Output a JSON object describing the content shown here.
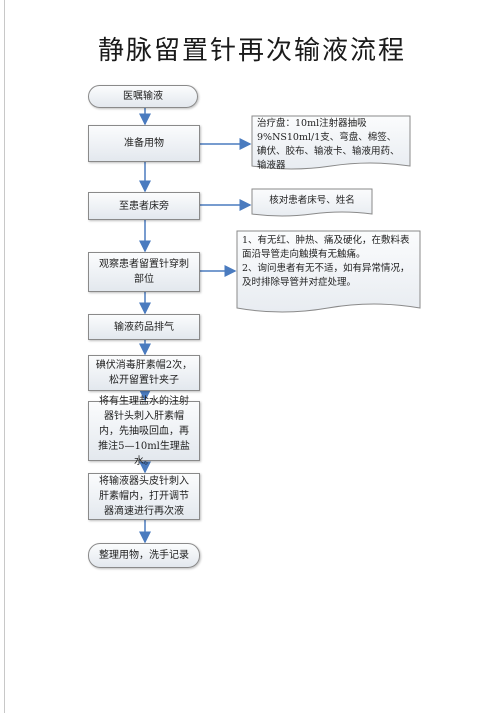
{
  "title": "静脉留置针再次输液流程",
  "steps": [
    "医嘱输液",
    "准备用物",
    "至患者床旁",
    "观察患者留置针穿刺部位",
    "输液药品排气",
    "碘伏消毒肝素帽2次，松开留置针夹子",
    "将有生理盐水的注射器针头刺入肝素帽内，先抽吸回血，再推注5—10ml生理盐水。",
    "将输液器头皮针刺入肝素帽内，打开调节器滴速进行再次液",
    "整理用物，洗手记录"
  ],
  "notes": {
    "supplies": "治疗盘：10ml注射器抽吸9%NS10ml/1支、弯盘、棉签、碘伏、胶布、输液卡、输液用药、输液器",
    "verify": "核对患者床号、姓名",
    "observe_1": "1、有无红、肿热、痛及硬化，在敷料表面沿导管走向触摸有无触痛。",
    "observe_2": "2、询问患者有无不适，如有异常情况，及时排除导管并对症处理。"
  },
  "colors": {
    "arrow": "#4a7bbf",
    "border": "#8a8a8a",
    "fill_top": "#fbfcfd",
    "fill_bottom": "#e3e8ee"
  }
}
